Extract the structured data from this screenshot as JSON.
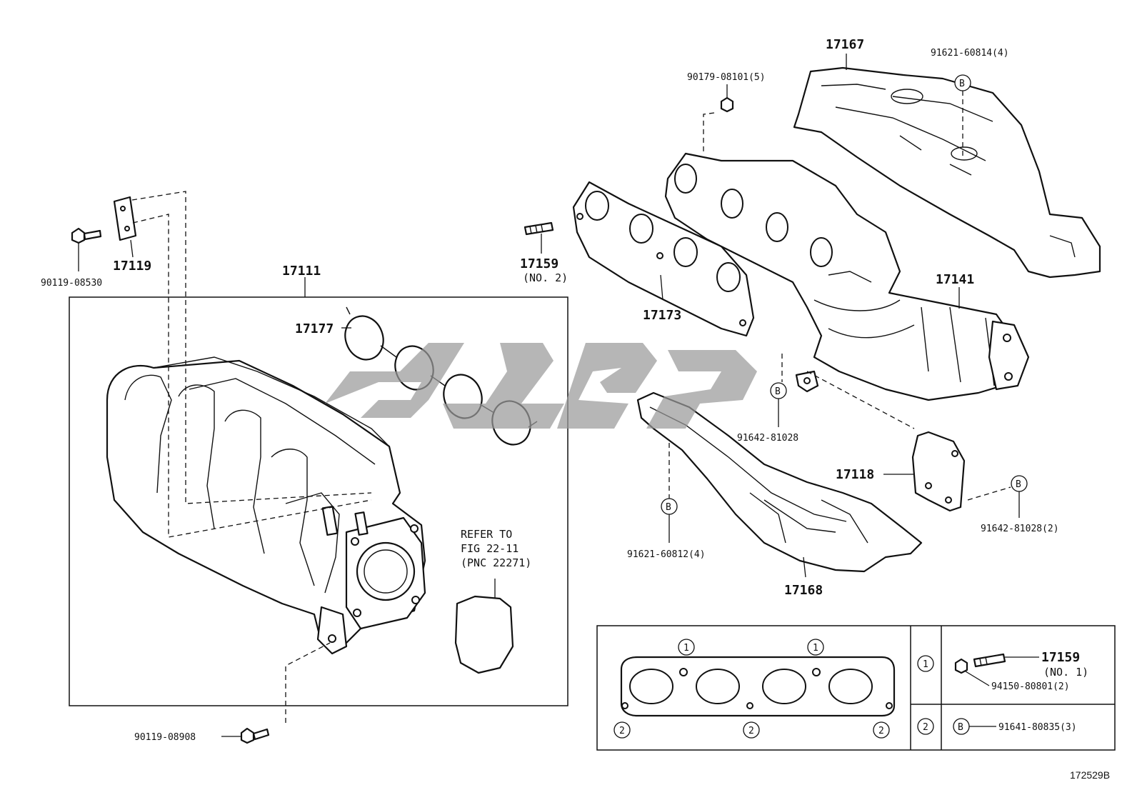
{
  "callouts": {
    "p17119": "17119",
    "p90119_08530": "90119-08530",
    "p17111": "17111",
    "p17177": "17177",
    "p17159_top": "17159",
    "p17159_top_note": "(NO. 2)",
    "p90179_08101": "90179-08101(5)",
    "p17167": "17167",
    "p91621_60814": "91621-60814(4)",
    "p17173": "17173",
    "p17141": "17141",
    "p91642_81028": "91642-81028",
    "p17118": "17118",
    "p91642_81028_2": "91642-81028(2)",
    "p91621_60812": "91621-60812(4)",
    "p17168": "17168",
    "p90119_08908": "90119-08908",
    "refer_line1": "REFER TO",
    "refer_line2": "FIG 22-11",
    "refer_line3": "(PNC 22271)"
  },
  "circle_markers": {
    "b": "B",
    "one": "1",
    "two": "2"
  },
  "legend": {
    "row1_part": "17159",
    "row1_note": "(NO. 1)",
    "row1_nut": "94150-80801(2)",
    "row2_part": "91641-80835(3)"
  },
  "watermark_text": "",
  "figure_id": "172529B"
}
